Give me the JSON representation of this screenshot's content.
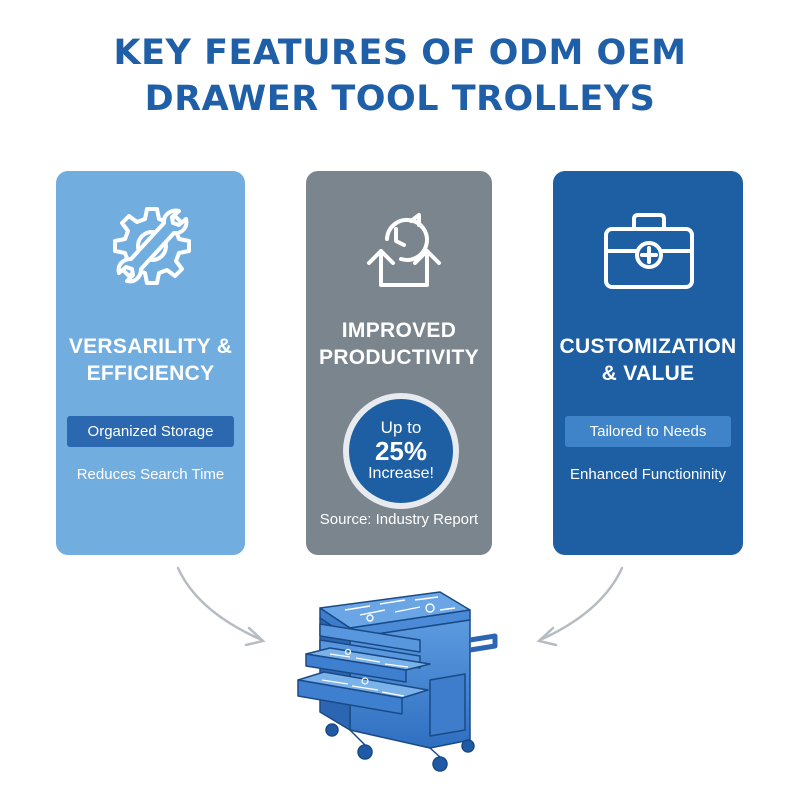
{
  "title": {
    "line1": "KEY FEATURES OF ODM OEM",
    "line2": "DRAWER TOOL TROLLEYS"
  },
  "cards": [
    {
      "icon": "gear-wrench-icon",
      "heading_line1": "VERSARILITY &",
      "heading_line2": "EFFICIENCY",
      "tag": "Organized Storage",
      "subtext": "Reduces Search Time",
      "color": "#72ade0"
    },
    {
      "icon": "cycle-clock-icon",
      "heading_line1": "IMPROVED",
      "heading_line2": "PRODUCTIVITY",
      "stat_prefix": "Up to",
      "stat_value": "25%",
      "stat_suffix": "Increase!",
      "source": "Source: Industry Report",
      "color": "#7b858d"
    },
    {
      "icon": "toolbox-icon",
      "heading_line1": "CUSTOMIZATION",
      "heading_line2": "& VALUE",
      "tag": "Tailored to Needs",
      "subtext": "Enhanced Functioninity",
      "color": "#1e5fa3"
    }
  ],
  "illustration": {
    "icon": "tool-trolley-icon"
  },
  "colors": {
    "title": "#1f5fa8",
    "accent": "#1e5fa3"
  }
}
